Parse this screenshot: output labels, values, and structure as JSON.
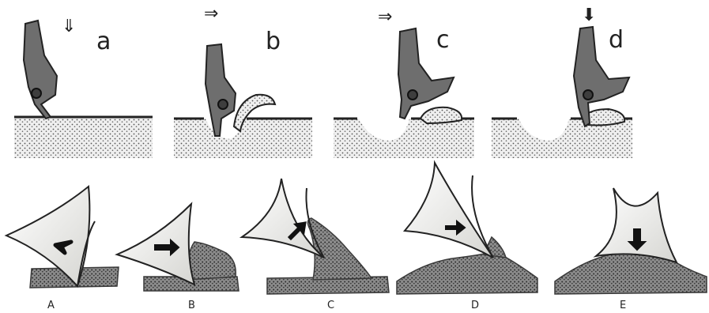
{
  "top_row": {
    "panels": [
      {
        "label": "a",
        "motion_arrow": "⇓"
      },
      {
        "label": "b",
        "motion_arrow": "⇒"
      },
      {
        "label": "c",
        "motion_arrow": "⇒"
      },
      {
        "label": "d",
        "motion_arrow": "⬇"
      }
    ]
  },
  "bottom_row": {
    "panels": [
      {
        "label": "A"
      },
      {
        "label": "B"
      },
      {
        "label": "C"
      },
      {
        "label": "D"
      },
      {
        "label": "E"
      }
    ]
  },
  "colors": {
    "ink": "#222222",
    "soil": "#d9d9d9",
    "soil_dots": "#6a6a6a",
    "tool": "#6e6e6e",
    "tool_dark": "#3e3e3e",
    "tissue": "#8a8a8a",
    "tissue_dark": "#4f4f4f",
    "hoof_fill": "#f6f6f2"
  }
}
